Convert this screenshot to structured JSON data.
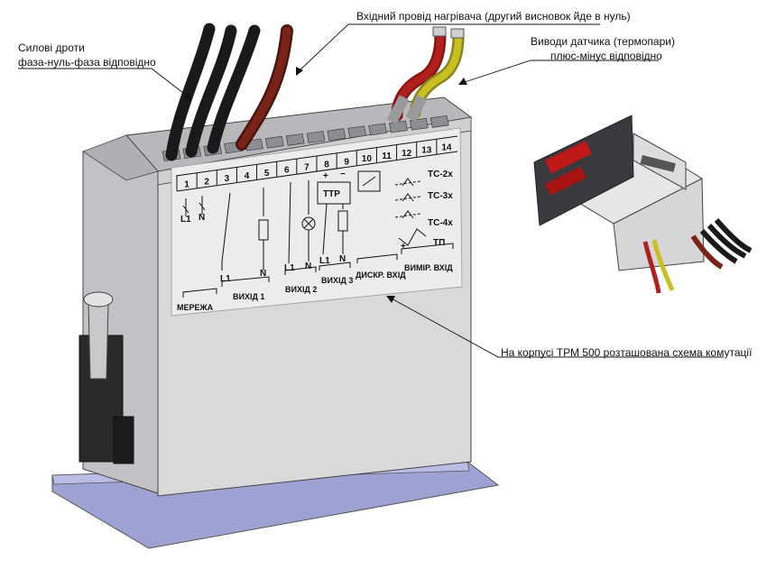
{
  "callouts": {
    "power_line1": "Силові дроти",
    "power_line2": "фаза-нуль-фаза відповідно",
    "heater": "Вхідний провід нагрівача (другий висновок йде в нуль)",
    "sensor_line1": "Виводи датчика (термопари)",
    "sensor_line2": "плюс-мінус відповідно",
    "scheme": "На корпусі ТРМ 500 розташована схема комутації"
  },
  "schematic": {
    "terminals": [
      "1",
      "2",
      "3",
      "4",
      "5",
      "6",
      "7",
      "8",
      "9",
      "10",
      "11",
      "12",
      "13",
      "14"
    ],
    "labels": {
      "l1": "L1",
      "n": "N",
      "ttr": "ТТР",
      "plus": "+",
      "minus": "−",
      "tc2": "ТС-2х",
      "tc3": "ТС-3х",
      "tc4": "ТС-4х",
      "tp": "ТП",
      "tp_plus": "+",
      "network": "МЕРЕЖА",
      "out1": "ВИХІД 1",
      "out2": "ВИХІД 2",
      "out3": "ВИХІД 3",
      "discrete": "ДИСКР. ВХІД",
      "measure": "ВИМІР. ВХІД"
    }
  },
  "colors": {
    "body": "#dadadc",
    "body_side": "#c7c7ca",
    "base": "#a9acd8",
    "wire_black": "#1a1a1a",
    "wire_brown": "#7a2418",
    "wire_red": "#b0201c",
    "wire_yellow": "#c8c020"
  }
}
